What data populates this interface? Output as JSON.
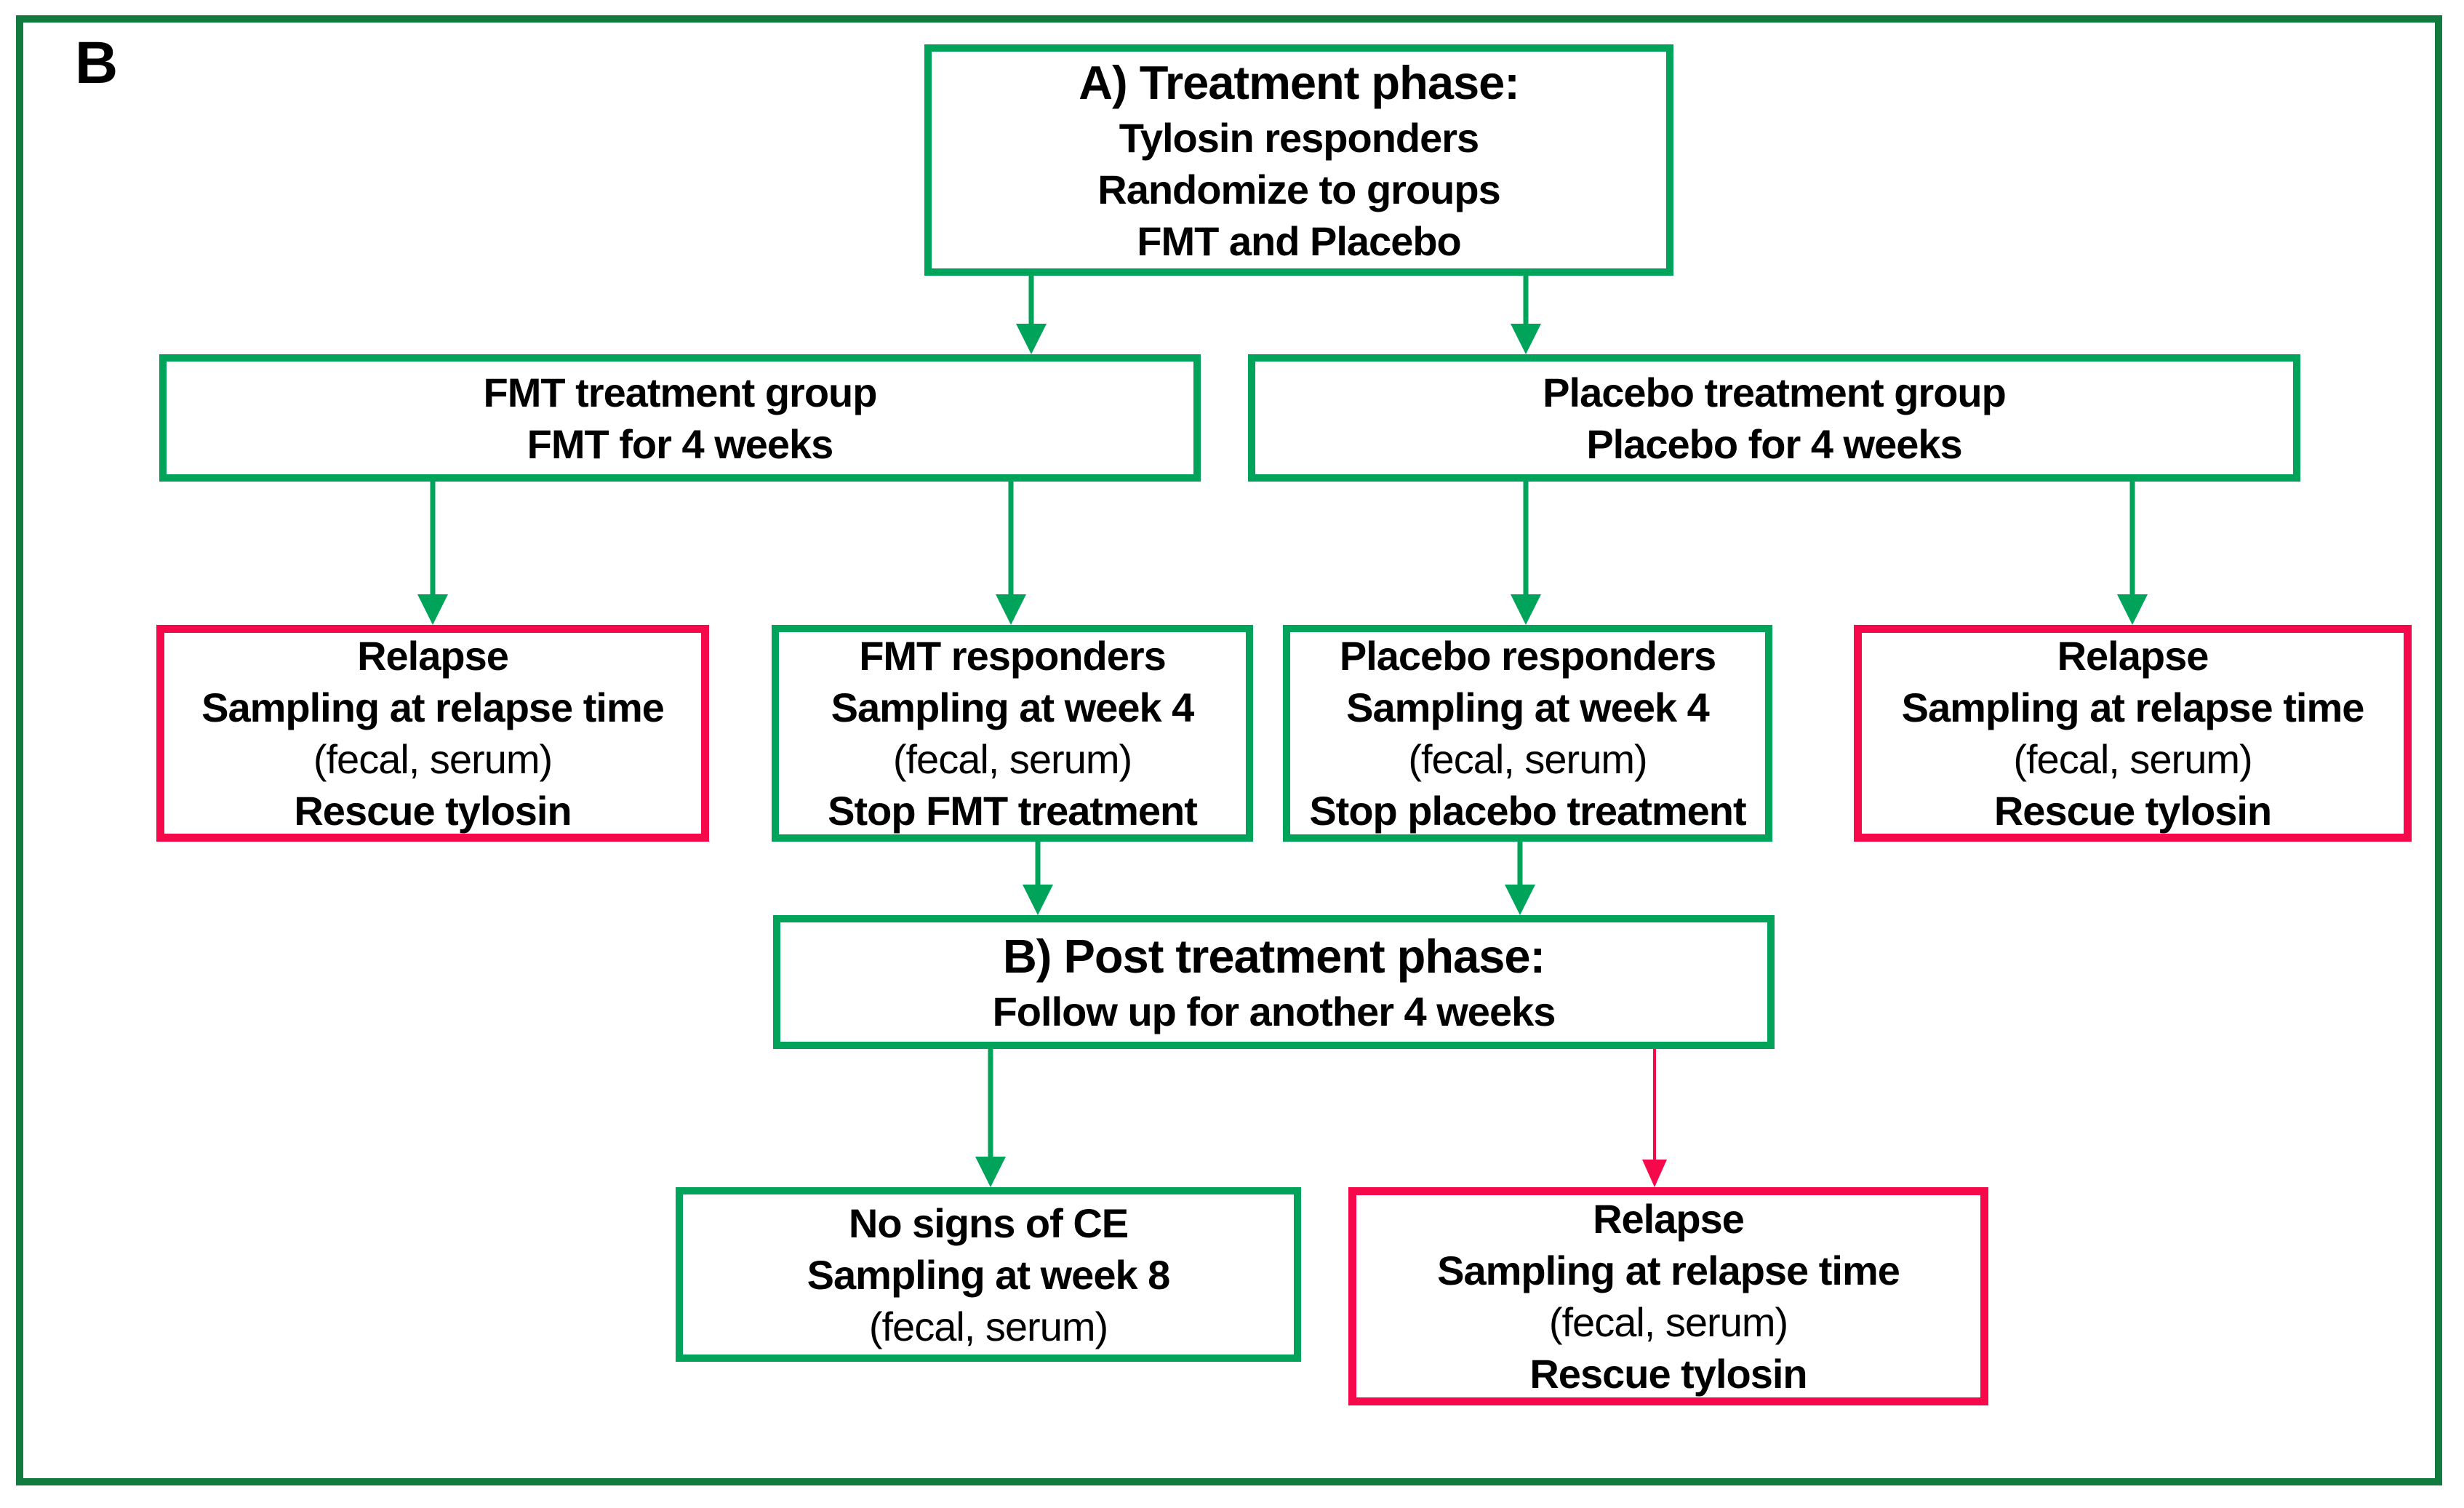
{
  "figure_label": "B",
  "colors": {
    "green": "#00A35A",
    "dark-green": "#117A3F",
    "red": "#F6094A"
  },
  "boxes": {
    "treatment_phase": {
      "lines": [
        "A) Treatment phase:",
        "Tylosin responders",
        "Randomize to groups",
        "FMT and Placebo"
      ]
    },
    "fmt_group": {
      "lines": [
        "FMT treatment group",
        "FMT for 4 weeks"
      ]
    },
    "placebo_group": {
      "lines": [
        "Placebo treatment group",
        "Placebo for 4 weeks"
      ]
    },
    "relapse_left": {
      "lines": [
        "Relapse",
        "Sampling at relapse time",
        "(fecal, serum)",
        "Rescue tylosin"
      ]
    },
    "fmt_responders": {
      "lines": [
        "FMT responders",
        "Sampling at week 4",
        "(fecal, serum)",
        "Stop FMT treatment"
      ]
    },
    "placebo_responders": {
      "lines": [
        "Placebo responders",
        "Sampling at week 4",
        "(fecal, serum)",
        "Stop placebo treatment"
      ]
    },
    "relapse_right": {
      "lines": [
        "Relapse",
        "Sampling at relapse time",
        "(fecal, serum)",
        "Rescue tylosin"
      ]
    },
    "post_phase": {
      "lines": [
        "B) Post treatment phase:",
        "Follow up for another 4 weeks"
      ]
    },
    "no_signs": {
      "lines": [
        "No signs of CE",
        "Sampling at week 8",
        "(fecal, serum)"
      ]
    },
    "relapse_bottom": {
      "lines": [
        "Relapse",
        "Sampling at relapse time",
        "(fecal, serum)",
        "Rescue tylosin"
      ]
    }
  }
}
